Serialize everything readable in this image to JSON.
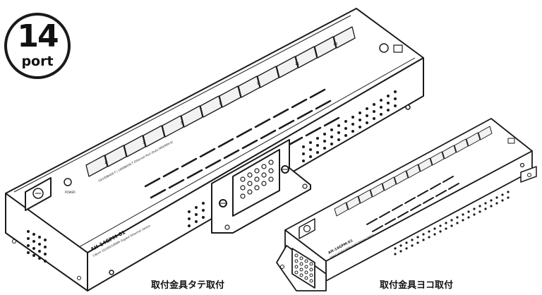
{
  "badge": {
    "number": "14",
    "unit": "port"
  },
  "switch_large": {
    "model": "AH-14GPM-01",
    "description": "14port 10/100/1000M Gigabit Ethernet Switch",
    "power_label": "POWER",
    "port_spec": "10/100BASE-T / 1000BASE-T Ethernet Port (Auto MDI/MDI-X)",
    "port_numbers": [
      "1",
      "2",
      "3",
      "4",
      "5",
      "6",
      "7",
      "8",
      "9",
      "10",
      "11",
      "12",
      "13",
      "14"
    ]
  },
  "switch_small": {
    "model": "AH-14GPM-01",
    "description": "14port 10/100/1000M Gigabit Ethernet Switch"
  },
  "captions": {
    "vertical_mount": "取付金具タテ取付",
    "horizontal_mount": "取付金具ヨコ取付"
  },
  "colors": {
    "outline": "#1a1a1a",
    "body": "#ffffff",
    "port": "#f2f2f2"
  }
}
